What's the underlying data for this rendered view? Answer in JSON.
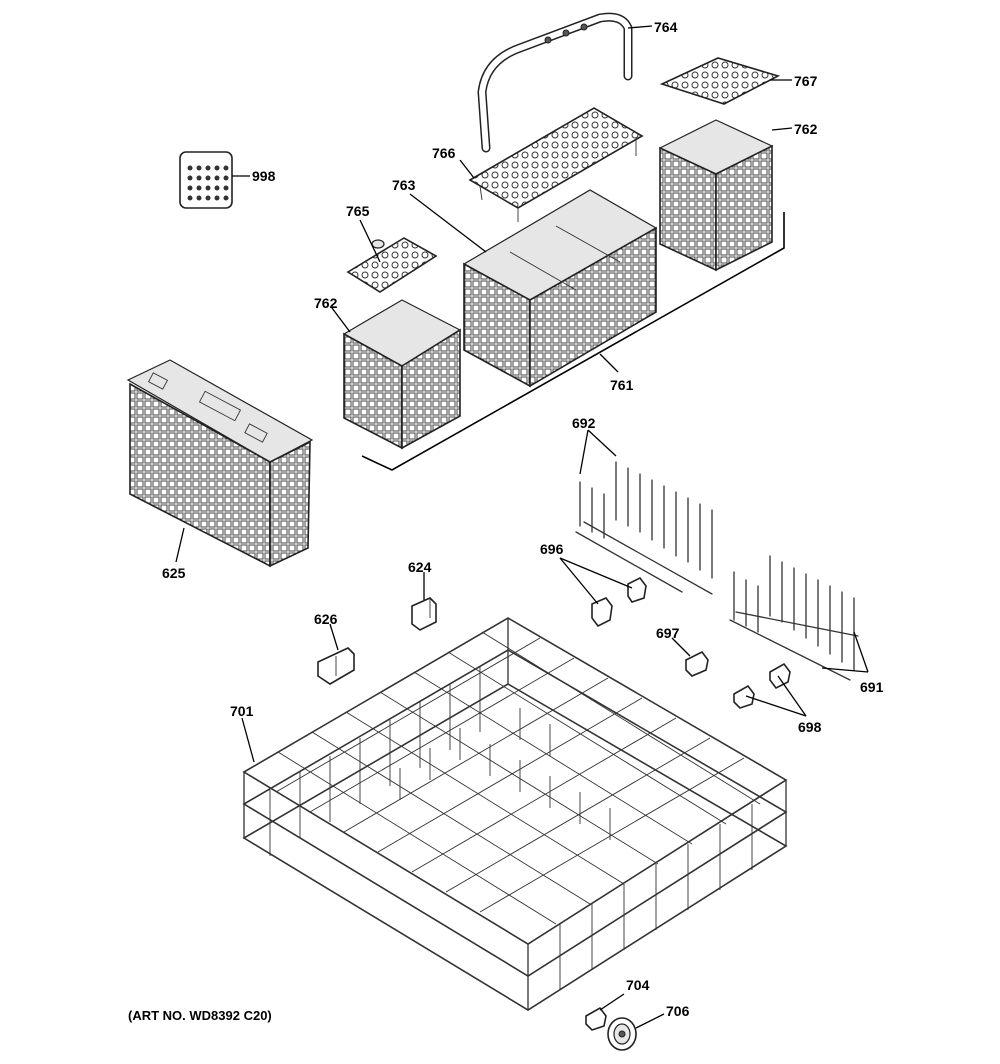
{
  "diagram": {
    "art_number": "(ART NO. WD8392 C20)",
    "parts": [
      {
        "id": "764",
        "label": "764",
        "name": "handle"
      },
      {
        "id": "767",
        "label": "767",
        "name": "small-basket-cover"
      },
      {
        "id": "762a",
        "label": "762",
        "name": "small-basket-right"
      },
      {
        "id": "998",
        "label": "998",
        "name": "label-sheet"
      },
      {
        "id": "766",
        "label": "766",
        "name": "basket-cover-long"
      },
      {
        "id": "763",
        "label": "763",
        "name": "center-basket"
      },
      {
        "id": "765",
        "label": "765",
        "name": "small-cover"
      },
      {
        "id": "762b",
        "label": "762",
        "name": "small-basket-left"
      },
      {
        "id": "761",
        "label": "761",
        "name": "basket-assembly"
      },
      {
        "id": "625",
        "label": "625",
        "name": "silverware-basket"
      },
      {
        "id": "692",
        "label": "692",
        "name": "tine-row-upper"
      },
      {
        "id": "696",
        "label": "696",
        "name": "tine-clip"
      },
      {
        "id": "624",
        "label": "624",
        "name": "clip-624"
      },
      {
        "id": "626",
        "label": "626",
        "name": "clip-626"
      },
      {
        "id": "697",
        "label": "697",
        "name": "clip-697"
      },
      {
        "id": "691",
        "label": "691",
        "name": "tine-row-lower"
      },
      {
        "id": "698",
        "label": "698",
        "name": "clip-698"
      },
      {
        "id": "701",
        "label": "701",
        "name": "lower-rack"
      },
      {
        "id": "704",
        "label": "704",
        "name": "wheel-axle"
      },
      {
        "id": "706",
        "label": "706",
        "name": "wheel"
      }
    ]
  }
}
